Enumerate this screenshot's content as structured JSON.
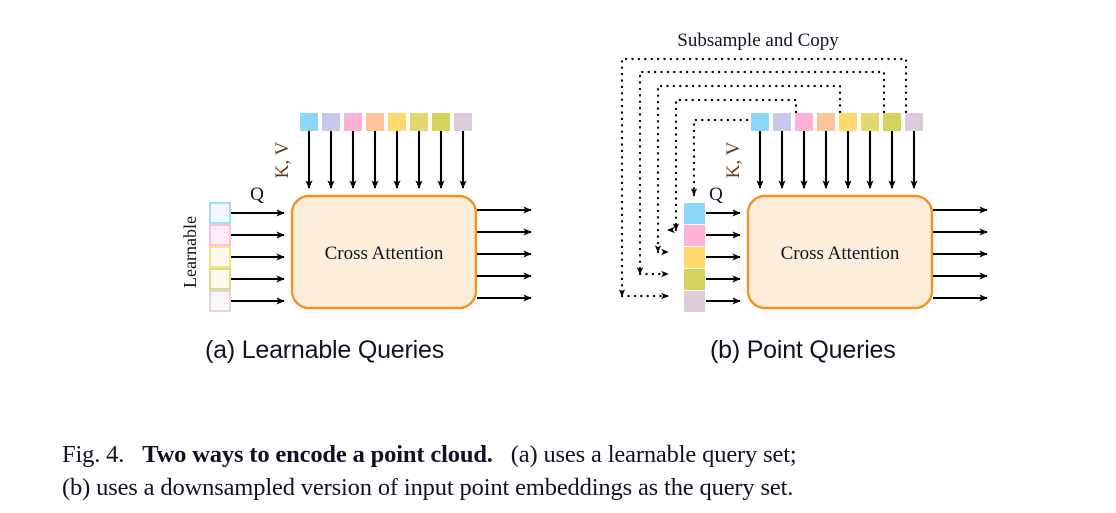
{
  "figure": {
    "caption_prefix": "Fig. 4.",
    "caption_bold": "Two ways to encode a point cloud.",
    "caption_rest_line1": "(a) uses a learnable query set;",
    "caption_line2": "(b) uses a downsampled version of input point embeddings as the query set."
  },
  "panel_a": {
    "label": "(a) Learnable Queries",
    "box_text": "Cross Attention",
    "kv_label": "K, V",
    "q_label": "Q",
    "side_label": "Learnable",
    "input_tokens": [
      {
        "name": "token-1",
        "color": "#8ad7f7"
      },
      {
        "name": "token-2",
        "color": "#c6c8ec"
      },
      {
        "name": "token-3",
        "color": "#ffb1d7"
      },
      {
        "name": "token-4",
        "color": "#fdc49c"
      },
      {
        "name": "token-5",
        "color": "#ffd96d"
      },
      {
        "name": "token-6",
        "color": "#e2d96e"
      },
      {
        "name": "token-7",
        "color": "#d4d45c"
      },
      {
        "name": "token-8",
        "color": "#ddcbda"
      }
    ],
    "query_tokens": [
      {
        "name": "learnable-query-1",
        "fill": "#eef8fe",
        "stroke": "#8ad7f7"
      },
      {
        "name": "learnable-query-2",
        "fill": "#fdeff5",
        "stroke": "#ffb1d7"
      },
      {
        "name": "learnable-query-3",
        "fill": "#fefbee",
        "stroke": "#ffd96d"
      },
      {
        "name": "learnable-query-4",
        "fill": "#fafbee",
        "stroke": "#d4d45c"
      },
      {
        "name": "learnable-query-5",
        "fill": "#faf6f9",
        "stroke": "#ddcbda"
      }
    ],
    "output_count": 5
  },
  "panel_b": {
    "label": "(b) Point Queries",
    "box_text": "Cross Attention",
    "kv_label": "K, V",
    "q_label": "Q",
    "top_label": "Subsample and Copy",
    "input_tokens": [
      {
        "name": "token-1",
        "color": "#8ad7f7"
      },
      {
        "name": "token-2",
        "color": "#c6c8ec"
      },
      {
        "name": "token-3",
        "color": "#ffb1d7"
      },
      {
        "name": "token-4",
        "color": "#fdc49c"
      },
      {
        "name": "token-5",
        "color": "#ffd96d"
      },
      {
        "name": "token-6",
        "color": "#e2d96e"
      },
      {
        "name": "token-7",
        "color": "#d4d45c"
      },
      {
        "name": "token-8",
        "color": "#ddcbda"
      }
    ],
    "query_tokens": [
      {
        "name": "point-query-1",
        "color": "#8ad7f7",
        "source_index": 0
      },
      {
        "name": "point-query-2",
        "color": "#ffb1d7",
        "source_index": 2
      },
      {
        "name": "point-query-3",
        "color": "#ffd96d",
        "source_index": 4
      },
      {
        "name": "point-query-4",
        "color": "#d4d45c",
        "source_index": 6
      },
      {
        "name": "point-query-5",
        "color": "#ddcbda",
        "source_index": 7
      }
    ],
    "output_count": 5
  },
  "colors": {
    "box_fill": "#fdeedb",
    "box_stroke": "#f2941f",
    "kv_label_color": "#6b3a10",
    "arrow_color": "#000000",
    "text_color": "#111122",
    "background": "#ffffff"
  }
}
